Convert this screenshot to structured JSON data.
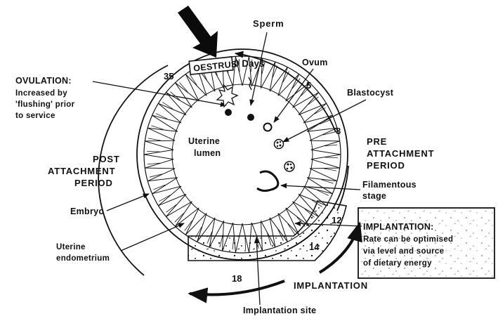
{
  "labels": {
    "oestrus": "OESTRUS",
    "zero_days": "0 Days",
    "sperm": "Sperm",
    "ovum": "Ovum",
    "blastocyst": "Blastocyst",
    "ovulation_title": "OVULATION:",
    "ovulation_line1": "Increased by",
    "ovulation_line2": "'flushing' prior",
    "ovulation_line3": "to service",
    "uterine_lumen_1": "Uterine",
    "uterine_lumen_2": "lumen",
    "post_1": "POST",
    "post_2": "ATTACHMENT",
    "post_3": "PERIOD",
    "pre_1": "PRE",
    "pre_2": "ATTACHMENT",
    "pre_3": "PERIOD",
    "filamentous_1": "Filamentous",
    "filamentous_2": "stage",
    "embryo": "Embryo",
    "endometrium_1": "Uterine",
    "endometrium_2": "endometrium",
    "implantation_box_title": "IMPLANTATION:",
    "implantation_box_1": "Rate can be optimised",
    "implantation_box_2": "via level and source",
    "implantation_box_3": "of dietary energy",
    "implantation": "IMPLANTATION",
    "implantation_site": "Implantation site"
  },
  "day_marks": {
    "d35": "35",
    "d5": "5",
    "d8": "8",
    "d12": "12",
    "d14": "14",
    "d18": "18"
  },
  "icons": {
    "arrow": "down-arrow-icon",
    "ovum": "ovum-icon",
    "blastocyst": "blastocyst-icon"
  }
}
